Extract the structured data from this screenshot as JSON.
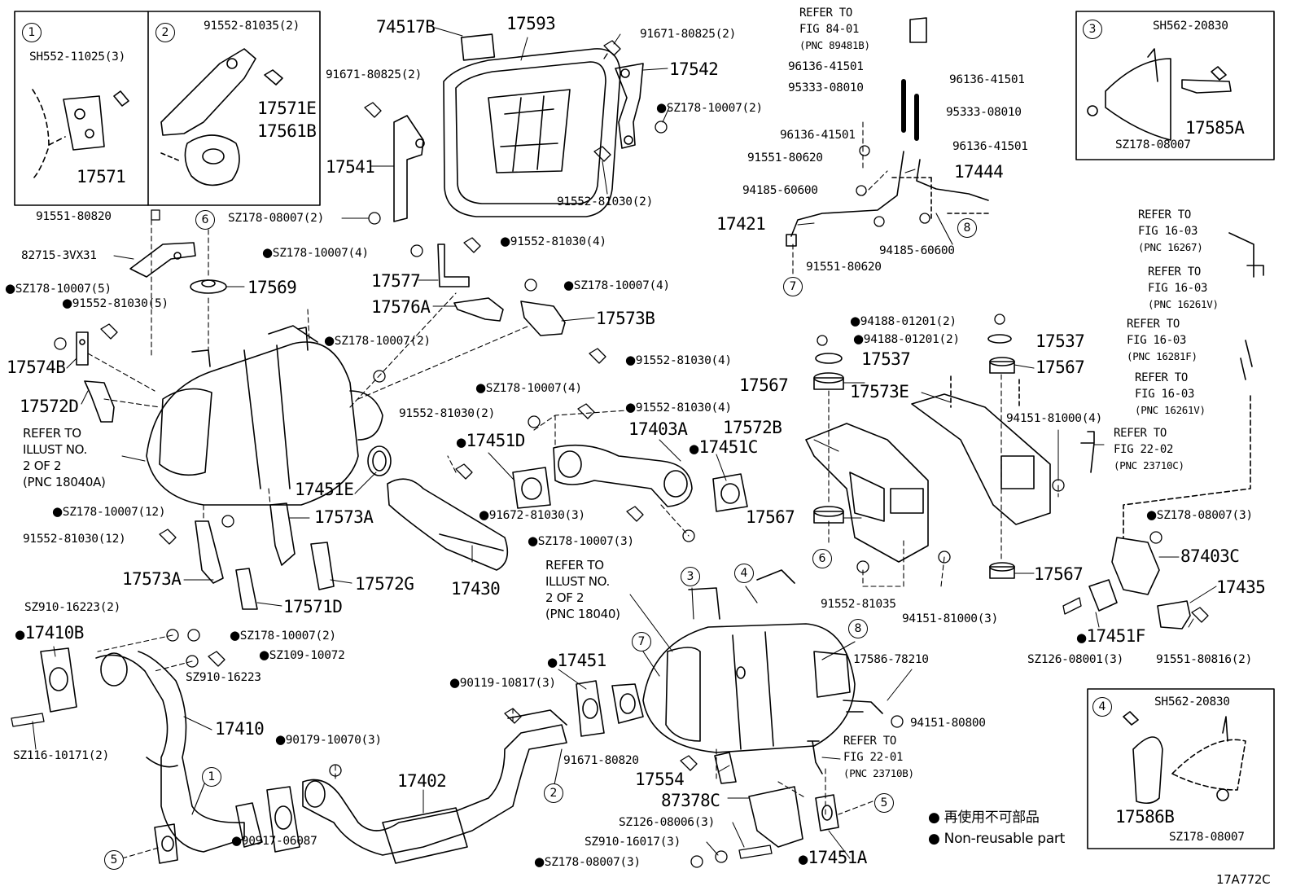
{
  "diagram": {
    "drawing_code": "17A772C",
    "legend": {
      "symbol": "●",
      "japanese": "再使用不可部品",
      "english": "Non-reusable part"
    },
    "numbers": {
      "n1": "1",
      "n2": "2",
      "n3": "3",
      "n4": "4",
      "n5": "5",
      "n6": "6",
      "n7": "7",
      "n8": "8"
    },
    "insets": {
      "i1": {
        "part_bolt": "SH552-11025(3)",
        "part_bracket": "17571"
      },
      "i2": {
        "part_bolt": "91552-81035(2)",
        "part_bracket": "17571E",
        "part_mount": "17561B"
      },
      "i3": {
        "part_bolt": "SH562-20830",
        "part_bracket": "17585A",
        "part_nut": "SZ178-08007"
      },
      "i4": {
        "part_bolt": "SH562-20830",
        "part_bracket": "17586B",
        "part_nut": "SZ178-08007"
      }
    },
    "labels": {
      "a74517B": "74517B",
      "a17593": "17593",
      "a91671_80825_2a": "91671-80825(2)",
      "a17542": "17542",
      "a91671_80825_2b": "91671-80825(2)",
      "aSZ178_10007_2a": "SZ178-10007(2)",
      "a17541": "17541",
      "a91552_81030_2a": "91552-81030(2)",
      "a91551_80820": "91551-80820",
      "aSZ178_08007_2": "SZ178-08007(2)",
      "a82715": "82715-3VX31",
      "aSZ178_10007_4a": "SZ178-10007(4)",
      "a91552_81030_4a": "91552-81030(4)",
      "a17569": "17569",
      "a17577": "17577",
      "aSZ178_10007_5": "SZ178-10007(5)",
      "a91552_81030_5": "91552-81030(5)",
      "aSZ178_10007_4b": "SZ178-10007(4)",
      "a17576A": "17576A",
      "a17573B": "17573B",
      "a17574B": "17574B",
      "aSZ178_10007_2b": "SZ178-10007(2)",
      "a91552_81030_4b": "91552-81030(4)",
      "a17572D": "17572D",
      "aSZ178_10007_4c": "SZ178-10007(4)",
      "a91552_81030_4c": "91552-81030(4)",
      "a91552_81030_2b": "91552-81030(2)",
      "a17403A": "17403A",
      "a17451D": "17451D",
      "a17451C": "17451C",
      "a17451E": "17451E",
      "a17573A1": "17573A",
      "aSZ178_10007_12": "SZ178-10007(12)",
      "a91552_81030_12": "91552-81030(12)",
      "a91672_81030_3": "91672-81030(3)",
      "aSZ178_10007_3": "SZ178-10007(3)",
      "a17573A2": "17573A",
      "a17572G": "17572G",
      "a17430": "17430",
      "a17571D": "17571D",
      "aSZ910_16223_2": "SZ910-16223(2)",
      "a17410B": "17410B",
      "aSZ178_10007_2c": "SZ178-10007(2)",
      "aSZ109_10072": "SZ109-10072",
      "aSZ910_16223": "SZ910-16223",
      "a17410": "17410",
      "aSZ116_10171_2": "SZ116-10171(2)",
      "a17451": "17451",
      "a90119": "90119-10817(3)",
      "a90179": "90179-10070(3)",
      "a17402": "17402",
      "a90917": "90917-06087",
      "a91671_80820": "91671-80820",
      "a17554": "17554",
      "a87378C": "87378C",
      "aSZ126_08006_3": "SZ126-08006(3)",
      "aSZ910_16017_3": "SZ910-16017(3)",
      "aSZ178_08007_3a": "SZ178-08007(3)",
      "a17451A": "17451A",
      "a17586_78210": "17586-78210",
      "a94151_80800": "94151-80800",
      "a96136_a": "96136-41501",
      "a95333_a": "95333-08010",
      "a96136_b": "96136-41501",
      "a95333_b": "95333-08010",
      "a96136_c": "96136-41501",
      "a96136_d": "96136-41501",
      "a91551_80620a": "91551-80620",
      "a17444": "17444",
      "a94185a": "94185-60600",
      "a17421": "17421",
      "a94185b": "94185-60600",
      "a91551_80620b": "91551-80620",
      "a94188a": "94188-01201(2)",
      "a94188b": "94188-01201(2)",
      "a17537a": "17537",
      "a17537b": "17537",
      "a17567a": "17567",
      "a17567b": "17567",
      "a17573E": "17573E",
      "a17572B": "17572B",
      "a94151_81000_4": "94151-81000(4)",
      "a17567c": "17567",
      "a17567d": "17567",
      "a91552_81035": "91552-81035",
      "a94151_81000_3": "94151-81000(3)",
      "aSZ178_08007_3b": "SZ178-08007(3)",
      "a87403C": "87403C",
      "a17435": "17435",
      "a17451F": "17451F",
      "aSZ126_08001_3": "SZ126-08001(3)",
      "a91551_80816_2": "91551-80816(2)"
    },
    "refs": {
      "r_fig84": {
        "l1": "REFER TO",
        "l2": "FIG 84-01",
        "l3": "(PNC 89481B)"
      },
      "r_16267": {
        "l1": "REFER TO",
        "l2": "FIG 16-03",
        "l3": "(PNC 16267)"
      },
      "r_16261Va": {
        "l1": "REFER TO",
        "l2": "FIG 16-03",
        "l3": "(PNC 16261V)"
      },
      "r_16281F": {
        "l1": "REFER TO",
        "l2": "FIG 16-03",
        "l3": "(PNC 16281F)"
      },
      "r_16261Vb": {
        "l1": "REFER TO",
        "l2": "FIG 16-03",
        "l3": "(PNC 16261V)"
      },
      "r_22_02": {
        "l1": "REFER TO",
        "l2": "FIG 22-02",
        "l3": "(PNC 23710C)"
      },
      "r_22_01": {
        "l1": "REFER TO",
        "l2": "FIG 22-01",
        "l3": "(PNC 23710B)"
      },
      "r_illA": {
        "l1": "REFER TO",
        "l2": "ILLUST NO.",
        "l3": "2 OF 2",
        "l4": "(PNC 18040A)"
      },
      "r_illB": {
        "l1": "REFER TO",
        "l2": "ILLUST NO.",
        "l3": "2 OF 2",
        "l4": "(PNC 18040)"
      }
    }
  }
}
